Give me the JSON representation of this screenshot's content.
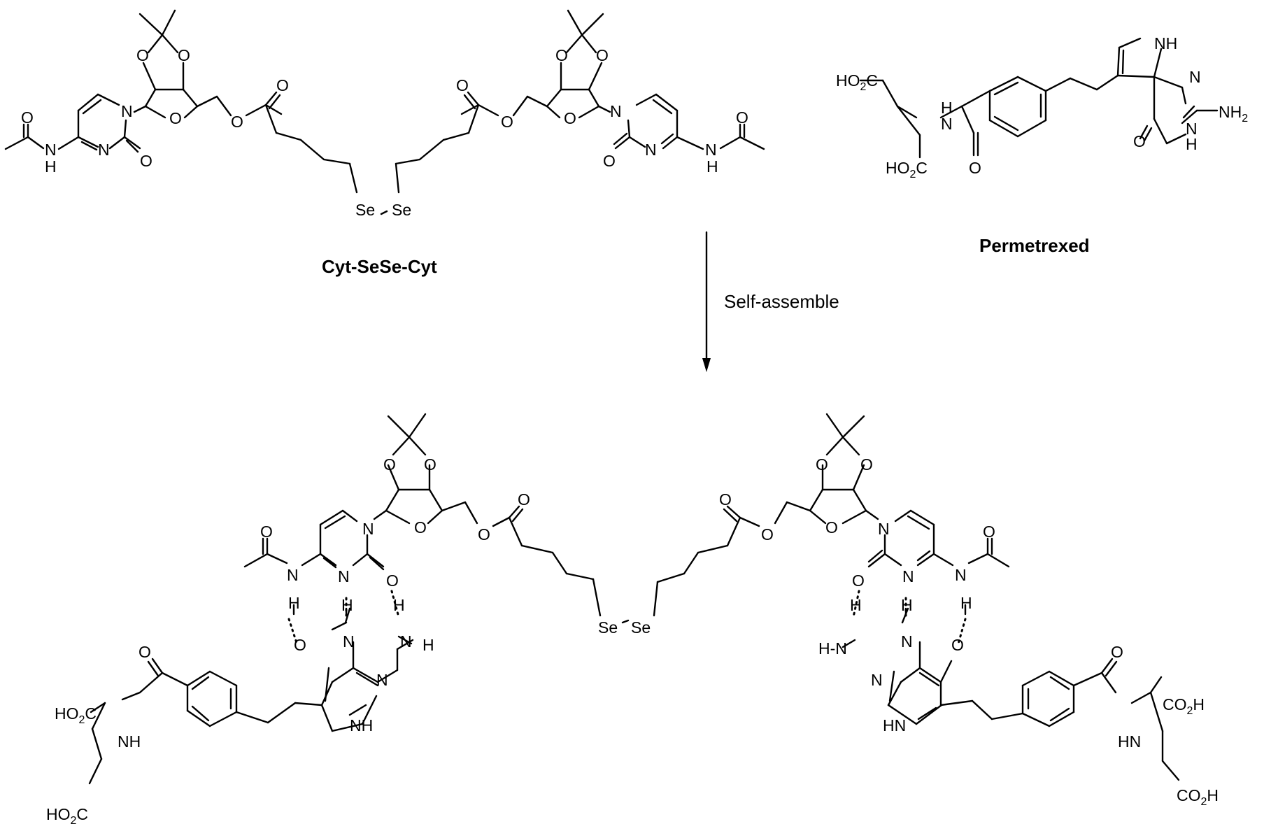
{
  "captions": {
    "left_compound": "Cyt-SeSe-Cyt",
    "right_compound": "Permetrexed",
    "arrow_label": "Self-assemble"
  },
  "atoms": {
    "O": "O",
    "N": "N",
    "H": "H",
    "NH": "NH",
    "HN": "HN",
    "Se": "Se",
    "dash": "-",
    "HO": "HO",
    "C": "C",
    "C_O": "CO",
    "sub2": "2",
    "H_final": "H",
    "NH2": "NH",
    "HN_dash": "H-N"
  },
  "colors": {
    "ink": "#000000",
    "background": "#ffffff"
  }
}
